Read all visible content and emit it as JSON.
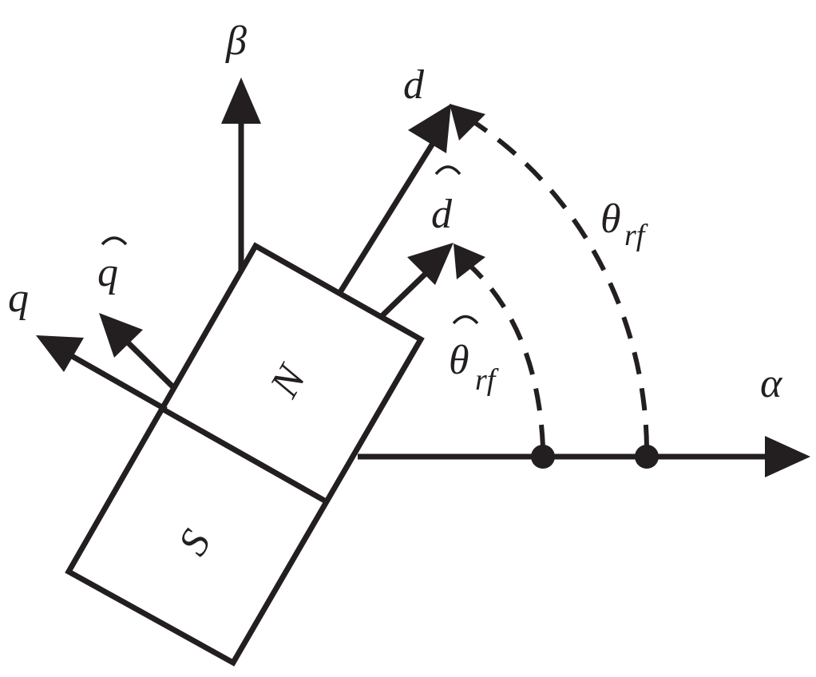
{
  "figure": {
    "axes": {
      "alpha": "α",
      "beta": "β",
      "d": "d",
      "q": "q",
      "d_hat": "d",
      "q_hat": "q"
    },
    "angles": {
      "theta_rf": {
        "symbol": "θ",
        "subscript": "rf"
      },
      "theta_rf_hat": {
        "symbol": "θ",
        "subscript": "rf"
      }
    },
    "magnet": {
      "north": "N",
      "south": "S"
    },
    "colors": {
      "ink": "#231f20",
      "background": "#ffffff"
    }
  }
}
